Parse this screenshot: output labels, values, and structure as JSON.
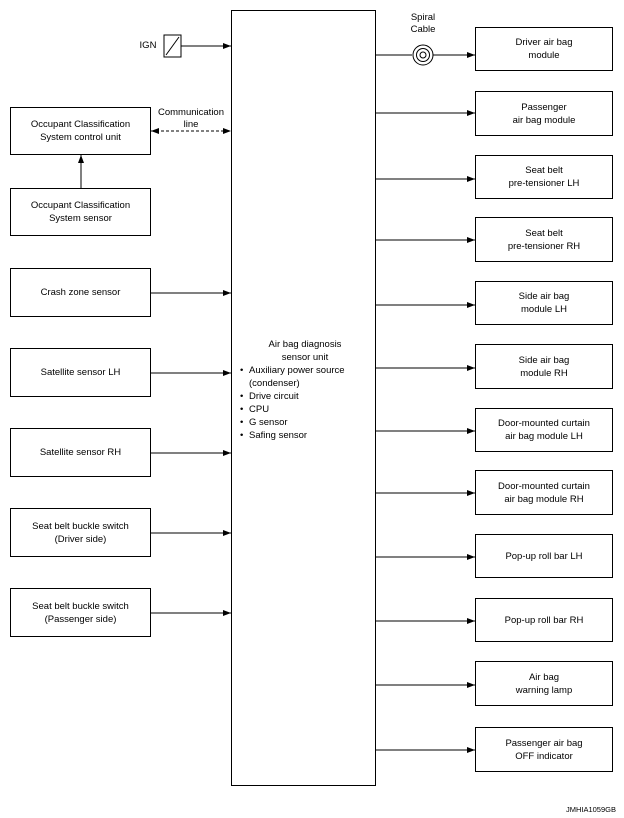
{
  "center": {
    "title": "Air bag diagnosis\nsensor unit",
    "items": [
      "Auxiliary power source\n(condenser)",
      "Drive circuit",
      "CPU",
      "G sensor",
      "Safing sensor"
    ]
  },
  "ign_label": "IGN",
  "communication_line_label": "Communication\nline",
  "spiral_cable_label": "Spiral\nCable",
  "left_boxes": [
    "Occupant Classification\nSystem control unit",
    "Occupant Classification\nSystem sensor",
    "Crash zone sensor",
    "Satellite sensor LH",
    "Satellite sensor RH",
    "Seat belt buckle switch\n(Driver side)",
    "Seat belt buckle switch\n(Passenger side)"
  ],
  "right_boxes": [
    "Driver air bag\nmodule",
    "Passenger\nair bag module",
    "Seat belt\npre-tensioner LH",
    "Seat belt\npre-tensioner RH",
    "Side air bag\nmodule LH",
    "Side air bag\nmodule RH",
    "Door-mounted curtain\nair bag module LH",
    "Door-mounted curtain\nair bag module RH",
    "Pop-up roll bar LH",
    "Pop-up roll bar RH",
    "Air bag\nwarning lamp",
    "Passenger air bag\nOFF indicator"
  ],
  "figure_code": "JMHIA1059GB"
}
